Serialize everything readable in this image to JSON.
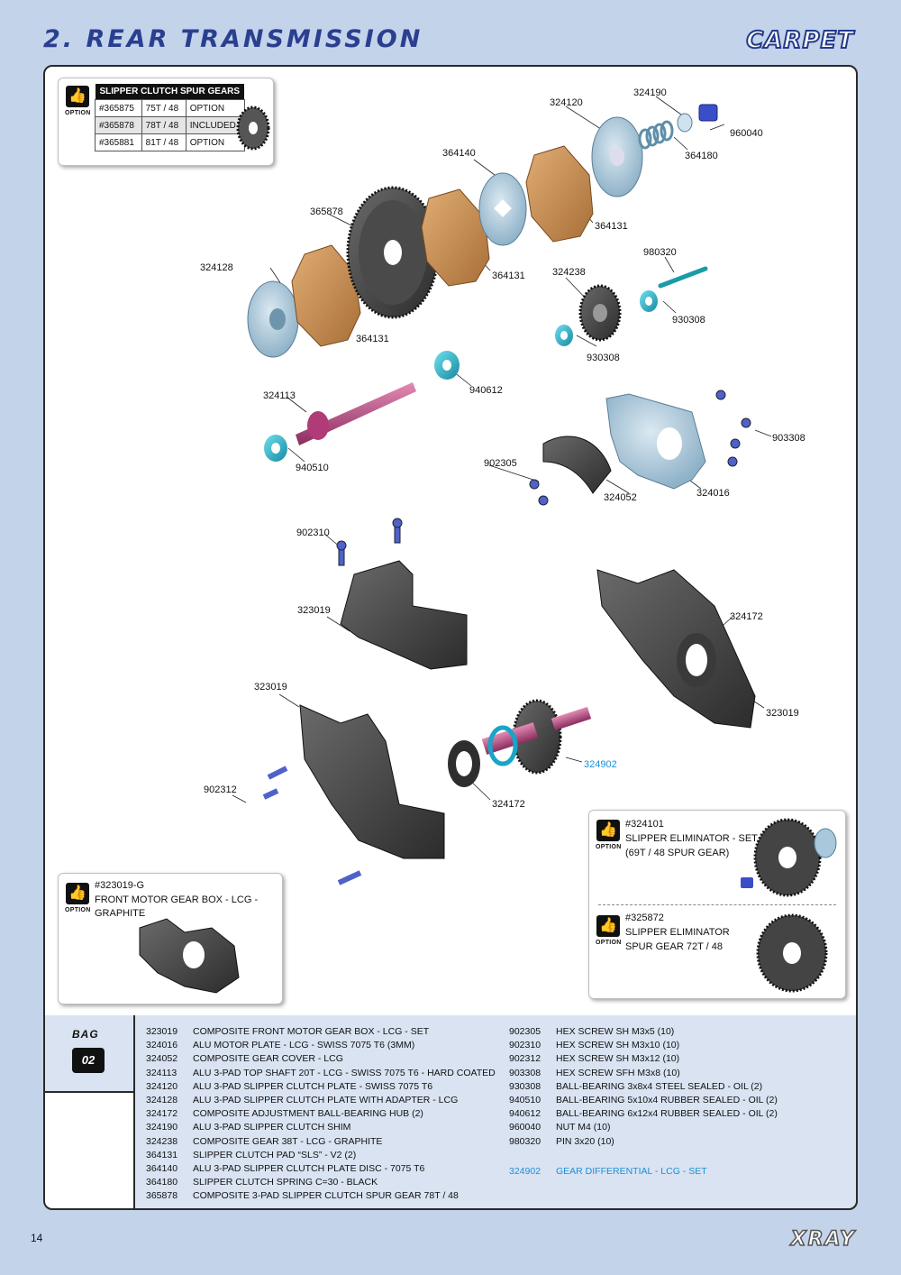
{
  "header": {
    "title": "2. REAR TRANSMISSION",
    "brand": "CARPET"
  },
  "option_label": "OPTION",
  "spur_table": {
    "title": "SLIPPER CLUTCH SPUR GEARS",
    "rows": [
      [
        "#365875",
        "75T / 48",
        "OPTION"
      ],
      [
        "#365878",
        "78T / 48",
        "INCLUDED"
      ],
      [
        "#365881",
        "81T / 48",
        "OPTION"
      ]
    ]
  },
  "callouts": {
    "c324190": "324190",
    "c324120": "324120",
    "c960040": "960040",
    "c364180": "364180",
    "c364140": "364140",
    "c364131a": "364131",
    "c365878": "365878",
    "c364131b": "364131",
    "c324128": "324128",
    "c364131c": "364131",
    "c980320": "980320",
    "c324238": "324238",
    "c930308a": "930308",
    "c930308b": "930308",
    "c940612": "940612",
    "c324113": "324113",
    "c940510": "940510",
    "c903308": "903308",
    "c902305": "902305",
    "c324052": "324052",
    "c324016": "324016",
    "c902310": "902310",
    "c323019a": "323019",
    "c324172a": "324172",
    "c323019b": "323019",
    "c323019c": "323019",
    "c324902": "324902",
    "c902312": "902312",
    "c324172b": "324172"
  },
  "option_gearbox": {
    "code": "#323019-G",
    "desc": "FRONT MOTOR GEAR BOX - LCG - GRAPHITE"
  },
  "option_eliminator_set": {
    "code": "#324101",
    "line1": "SLIPPER ELIMINATOR - SET",
    "line2": "(69T / 48 SPUR GEAR)"
  },
  "option_eliminator_gear": {
    "code": "#325872",
    "line1": "SLIPPER ELIMINATOR",
    "line2": "SPUR GEAR 72T / 48"
  },
  "bag": {
    "word": "BAG",
    "number": "02"
  },
  "parts_left": [
    [
      "323019",
      "COMPOSITE FRONT MOTOR GEAR BOX - LCG - SET"
    ],
    [
      "324016",
      "ALU MOTOR PLATE - LCG - SWISS 7075 T6 (3MM)"
    ],
    [
      "324052",
      "COMPOSITE GEAR COVER - LCG"
    ],
    [
      "324113",
      "ALU 3-PAD TOP SHAFT 20T - LCG - SWISS 7075 T6 - HARD COATED"
    ],
    [
      "324120",
      "ALU 3-PAD SLIPPER CLUTCH PLATE - SWISS 7075 T6"
    ],
    [
      "324128",
      "ALU 3-PAD SLIPPER CLUTCH PLATE WITH ADAPTER - LCG"
    ],
    [
      "324172",
      "COMPOSITE ADJUSTMENT BALL-BEARING HUB (2)"
    ],
    [
      "324190",
      "ALU 3-PAD SLIPPER CLUTCH SHIM"
    ],
    [
      "324238",
      "COMPOSITE GEAR 38T - LCG - GRAPHITE"
    ],
    [
      "364131",
      "SLIPPER CLUTCH PAD “SLS” - V2 (2)"
    ],
    [
      "364140",
      "ALU 3-PAD SLIPPER CLUTCH PLATE DISC - 7075 T6"
    ],
    [
      "364180",
      "SLIPPER CLUTCH SPRING C=30 - BLACK"
    ],
    [
      "365878",
      "COMPOSITE 3-PAD SLIPPER CLUTCH SPUR GEAR 78T / 48"
    ]
  ],
  "parts_right": [
    [
      "902305",
      "HEX SCREW SH M3x5  (10)"
    ],
    [
      "902310",
      "HEX SCREW SH M3x10  (10)"
    ],
    [
      "902312",
      "HEX SCREW SH M3x12  (10)"
    ],
    [
      "903308",
      "HEX SCREW SFH M3x8  (10)"
    ],
    [
      "930308",
      "BALL-BEARING 3x8x4 STEEL SEALED - OIL (2)"
    ],
    [
      "940510",
      "BALL-BEARING 5x10x4 RUBBER SEALED - OIL (2)"
    ],
    [
      "940612",
      "BALL-BEARING 6x12x4 RUBBER SEALED - OIL (2)"
    ],
    [
      "960040",
      "NUT M4  (10)"
    ],
    [
      "980320",
      "PIN 3x20  (10)"
    ]
  ],
  "parts_highlight": [
    "324902",
    "GEAR DIFFERENTIAL - LCG - SET"
  ],
  "footer": {
    "page": "14",
    "logo": "XRAY"
  },
  "colors": {
    "background": "#c3d3ea",
    "title": "#2a3f8f",
    "highlight": "#1d8fd6",
    "pad": "#c8925a",
    "plate": "#a9c8dc"
  }
}
